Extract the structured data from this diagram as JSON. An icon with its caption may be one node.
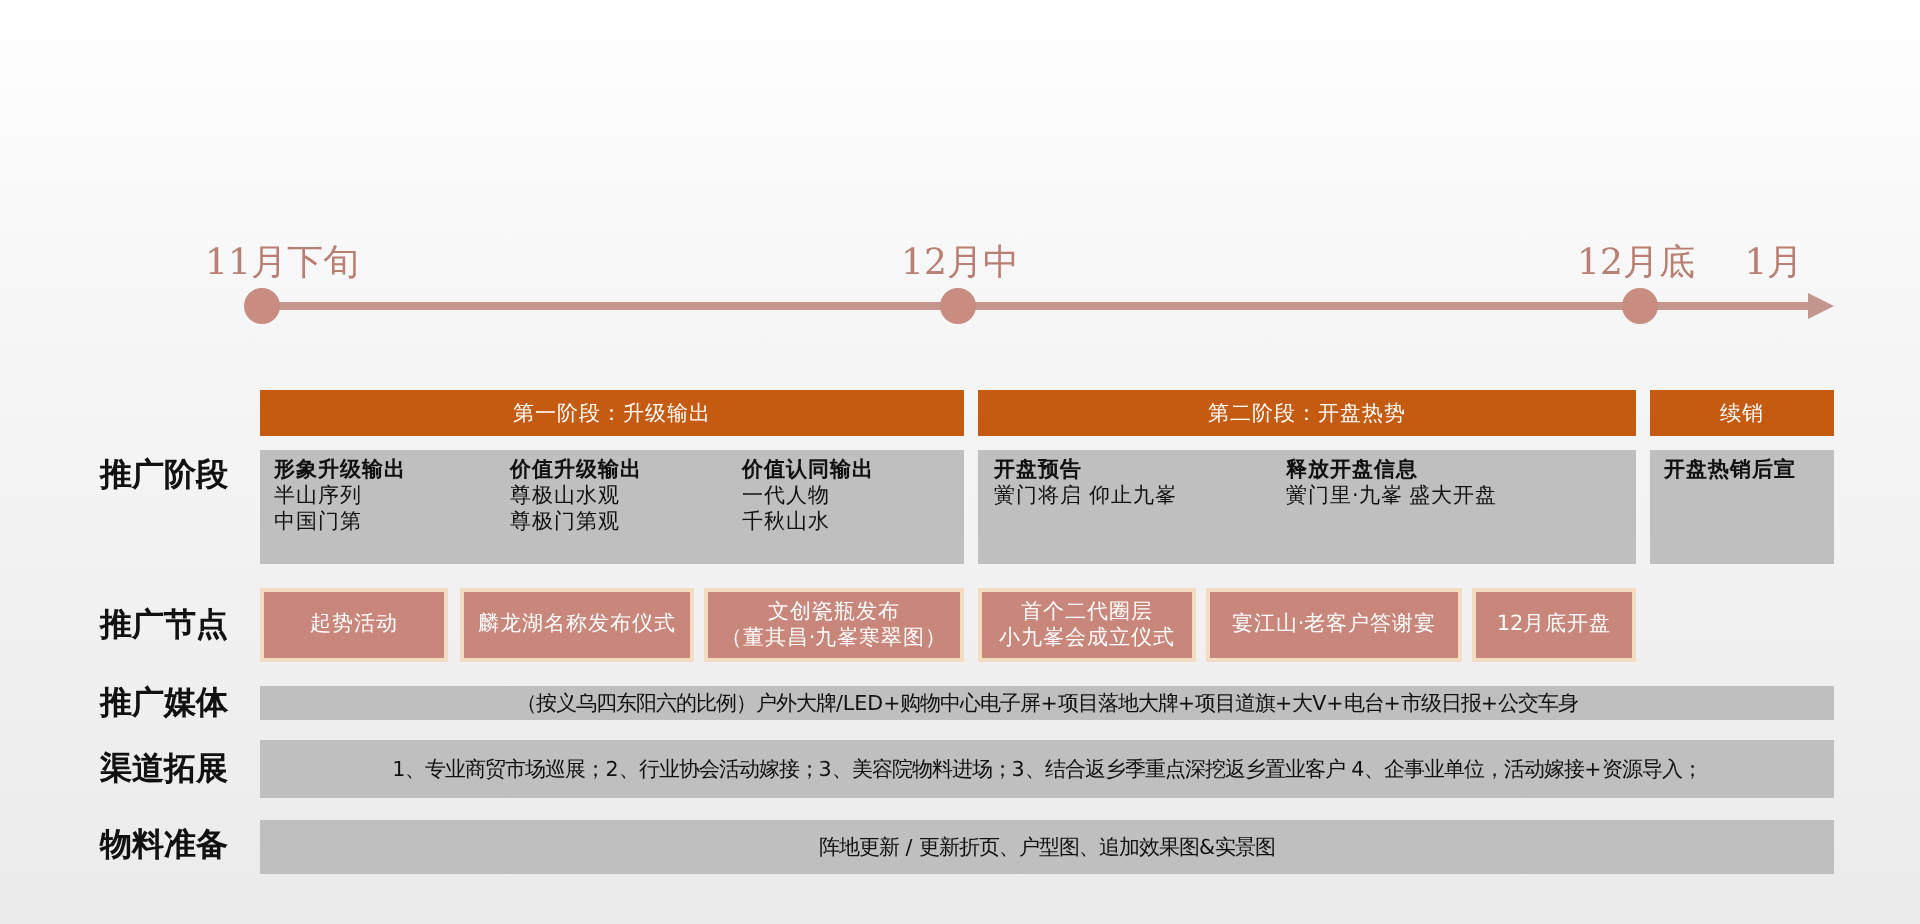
{
  "diagram": {
    "nodes": [
      {
        "text": [
          "第一阶段：升级输出"
        ]
      },
      {
        "text": [
          "第二阶段：开盘热势"
        ]
      },
      {
        "text": [
          "续销"
        ]
      },
      {
        "text": [
          "形象升级输出",
          "半山序列",
          "中国门第",
          "价值升级输出",
          "尊极山水观",
          "尊极门第观",
          "价值认同输出",
          "一代人物",
          "千秋山水"
        ]
      },
      {
        "text": [
          "开盘预告",
          "黉门将启 仰止九峯",
          "释放开盘信息",
          "黉门里·九峯 盛大开盘"
        ]
      },
      {
        "text": [
          "开盘热销后宣"
        ]
      },
      {
        "text": [
          "起势活动"
        ]
      },
      {
        "text": [
          "麟龙湖名称发布仪式"
        ]
      },
      {
        "text": [
          "文创瓷瓶发布",
          "（董其昌·九峯寒翠图）"
        ]
      },
      {
        "text": [
          "首个二代圈层",
          "小九峯会成立仪式"
        ]
      },
      {
        "text": [
          "宴江山·老客户答谢宴"
        ]
      },
      {
        "text": [
          "12月底开盘"
        ]
      },
      {
        "text": [
          "（按义乌四东阳六的比例）户外大牌/LED+购物中心电子屏+项目落地大牌+项目道旗+大V+电台+市级日报+公交车身"
        ]
      },
      {
        "text": [
          "1、专业商贸市场巡展；2、行业协会活动嫁接；3、美容院物料进场；3、结合返乡季重点深挖返乡置业客户 4、企事业单位，活动嫁接+资源导入；"
        ]
      },
      {
        "text": [
          "阵地更新 / 更新折页、户型图、追加效果图&实景图"
        ]
      }
    ],
    "labels": [
      "11月下旬",
      "12月中",
      "12月底",
      "1月",
      "推广阶段",
      "推广节点",
      "推广媒体",
      "渠道拓展",
      "物料准备"
    ]
  }
}
